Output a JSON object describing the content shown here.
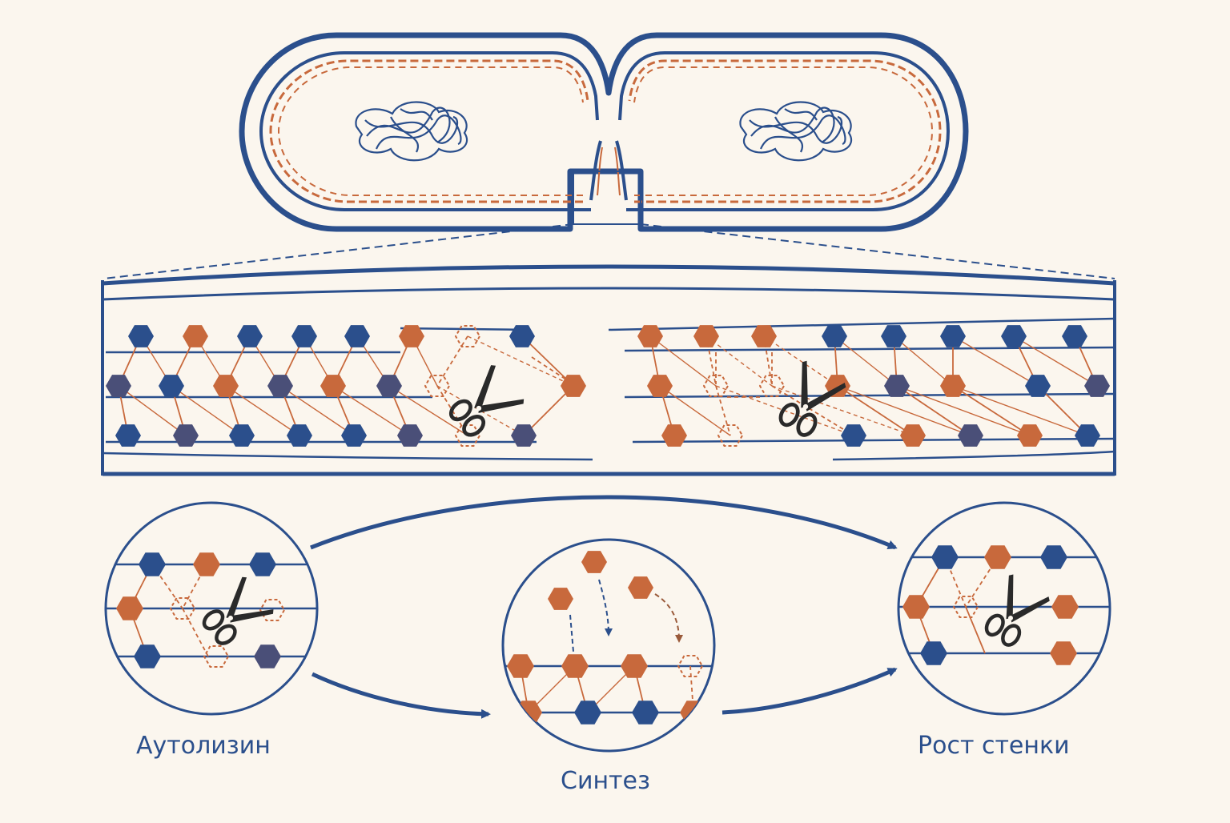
{
  "colors": {
    "background": "#fbf6ee",
    "navy": "#2b4f8c",
    "orange": "#c8693c",
    "dark": "#2a2a2a",
    "slate": "#4a4f78"
  },
  "icons": [
    "scissors-icon",
    "nucleoid-icon",
    "arrow-icon"
  ],
  "labels": {
    "autolysin": "Аутолизин",
    "synthesis": "Синтез",
    "wall_growth": "Рост стенки"
  }
}
